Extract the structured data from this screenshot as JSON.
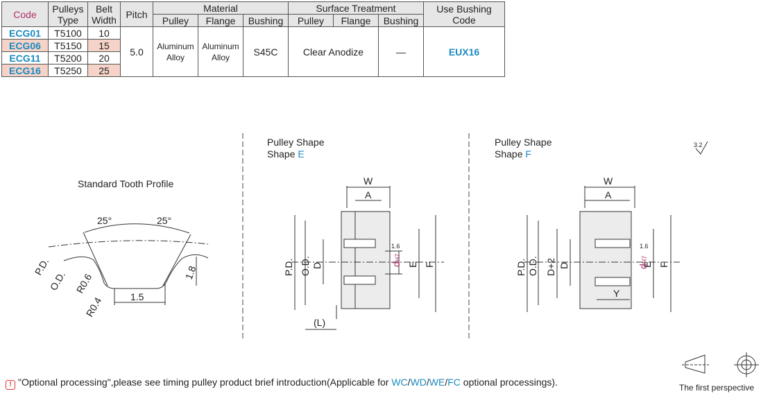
{
  "table": {
    "headers": {
      "code": "Code",
      "pulleys_type": "Pulleys Type",
      "belt_width": "Belt Width",
      "pitch": "Pitch",
      "material": "Material",
      "surface": "Surface Treatment",
      "bushing_code": "Use Bushing Code",
      "pulley": "Pulley",
      "flange": "Flange",
      "bushing": "Bushing"
    },
    "rows": [
      {
        "code": "ECG01",
        "type": "T5100",
        "width": "10"
      },
      {
        "code": "ECG06",
        "type": "T5150",
        "width": "15"
      },
      {
        "code": "ECG11",
        "type": "T5200",
        "width": "20"
      },
      {
        "code": "ECG16",
        "type": "T5250",
        "width": "25"
      }
    ],
    "pitch": "5.0",
    "mat_pulley": "Aluminum Alloy",
    "mat_flange": "Aluminum Alloy",
    "mat_bushing": "S45C",
    "surface": "Clear Anodize",
    "surface_bushing": "—",
    "bushing_code": "EUX16"
  },
  "tooth_profile": {
    "title": "Standard Tooth Profile",
    "angle_left": "25°",
    "angle_right": "25°",
    "pd": "P.D.",
    "od": "O.D.",
    "r06": "R0.6",
    "r04": "R0.4",
    "w15": "1.5",
    "h18": "1.8"
  },
  "shape_e": {
    "title": "Pulley Shape",
    "sub_prefix": "Shape ",
    "sub_letter": "E",
    "W": "W",
    "A": "A",
    "PD": "P.D.",
    "OD": "O.D.",
    "D": "D",
    "E": "E",
    "F": "F",
    "d": "d",
    "h7": "H7",
    "L": "(L)",
    "rough": "1.6"
  },
  "shape_f": {
    "title": "Pulley Shape",
    "sub_prefix": "Shape ",
    "sub_letter": "F",
    "W": "W",
    "A": "A",
    "PD": "P.D.",
    "OD": "O.D.",
    "D2": "D+2",
    "D": "D",
    "E": "E",
    "F": "F",
    "d": "d",
    "h7": "H7",
    "Y": "Y",
    "rough": "1.6"
  },
  "rough_general": "3.2",
  "note": {
    "text1": "\"Optional processing\",please see timing pulley product brief introduction(Applicable for ",
    "wc": "WC",
    "s1": "/",
    "wd": "WD",
    "s2": "/",
    "we": "WE",
    "s3": "/",
    "fc": "FC",
    "text2": " optional processings)."
  },
  "perspective": "The first perspective",
  "colors": {
    "code_blue": "#1a8ac0",
    "highlight": "#f5d3c8",
    "header_code": "#b0306a"
  }
}
